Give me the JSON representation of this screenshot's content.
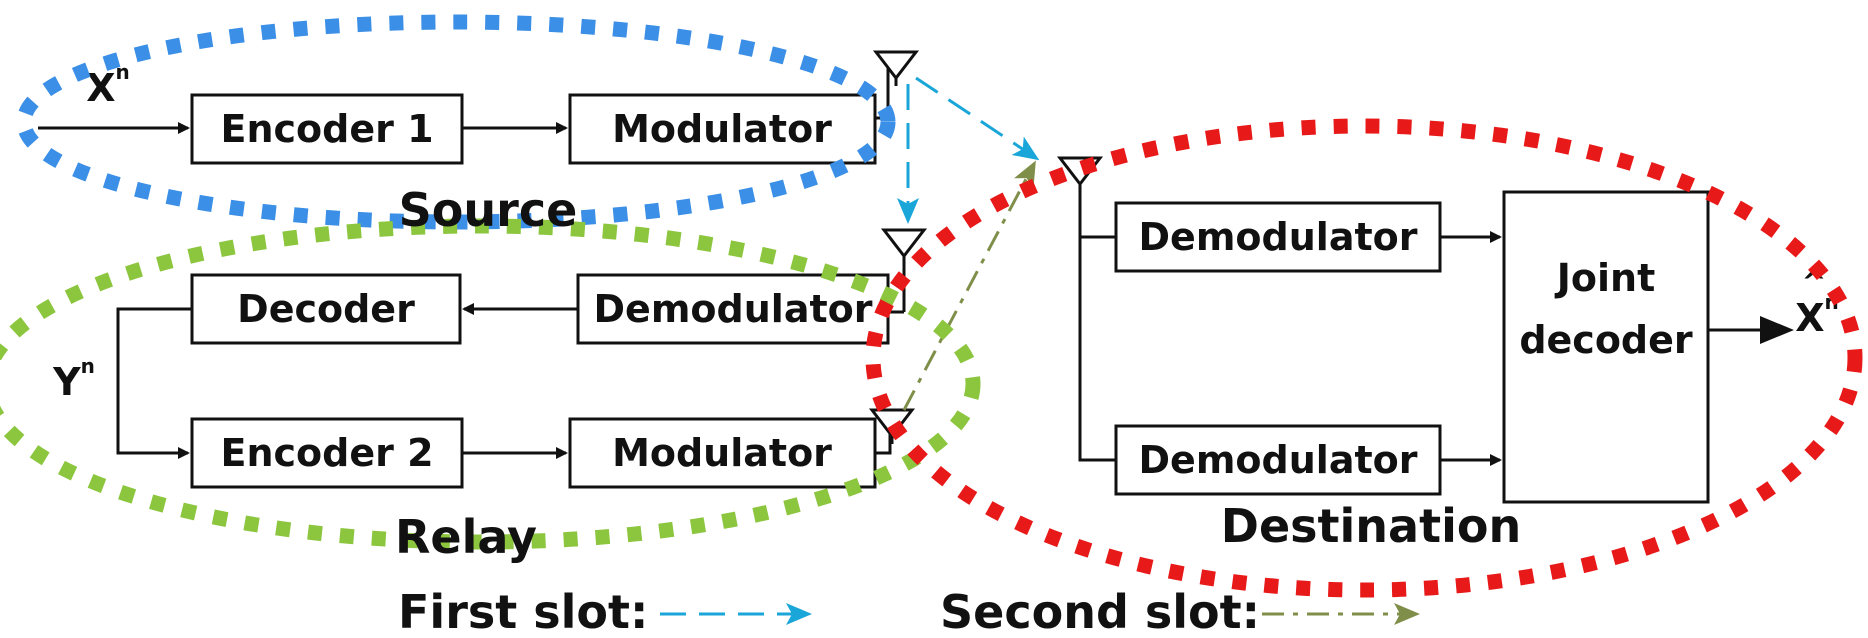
{
  "blocks": {
    "encoder1": "Encoder 1",
    "modulator_source": "Modulator",
    "decoder": "Decoder",
    "demodulator_relay": "Demodulator",
    "encoder2": "Encoder 2",
    "modulator_relay": "Modulator",
    "demodulator_dest_top": "Demodulator",
    "demodulator_dest_bottom": "Demodulator",
    "joint_decoder_line1": "Joint",
    "joint_decoder_line2": "decoder"
  },
  "captions": {
    "source": "Source",
    "relay": "Relay",
    "destination": "Destination"
  },
  "variables": {
    "source_input": "X",
    "source_input_sup": "n",
    "relay_side": "Y",
    "relay_side_sup": "n",
    "output": "X",
    "output_hat": "^",
    "output_sup": "n"
  },
  "legend": {
    "first_slot": "First slot:",
    "second_slot": "Second slot:"
  },
  "colors": {
    "source_group": "#3b8fe6",
    "relay_group": "#8cc63f",
    "destination_group": "#e81919",
    "first_slot": "#1aa6d8",
    "second_slot": "#7f8f4a"
  }
}
